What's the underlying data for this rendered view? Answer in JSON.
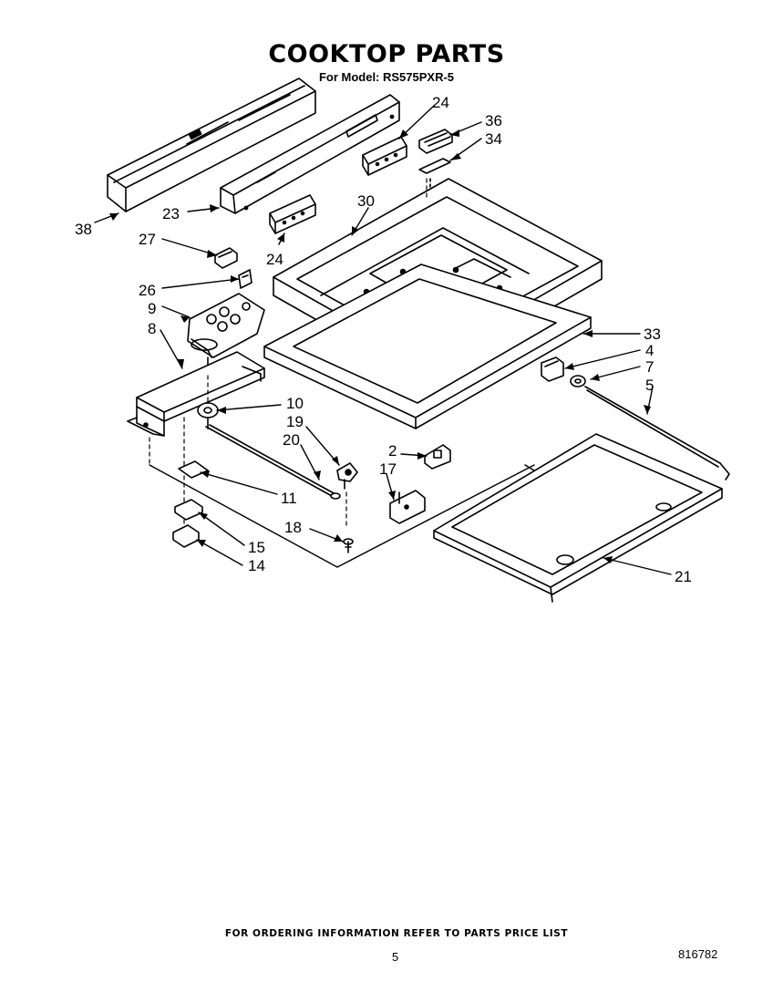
{
  "header": {
    "title": "COOKTOP PARTS",
    "subtitle": "For Model: RS575PXR-5"
  },
  "callouts": {
    "c38": "38",
    "c23": "23",
    "c24a": "24",
    "c24b": "24",
    "c36": "36",
    "c34": "34",
    "c30": "30",
    "c27": "27",
    "c26": "26",
    "c9": "9",
    "c8": "8",
    "c33": "33",
    "c4": "4",
    "c7": "7",
    "c5": "5",
    "c10": "10",
    "c19": "19",
    "c20": "20",
    "c2": "2",
    "c17": "17",
    "c11": "11",
    "c18": "18",
    "c15": "15",
    "c14": "14",
    "c21": "21"
  },
  "footer": {
    "note": "FOR ORDERING INFORMATION REFER TO PARTS PRICE LIST",
    "page": "5",
    "doc_number": "816782"
  }
}
